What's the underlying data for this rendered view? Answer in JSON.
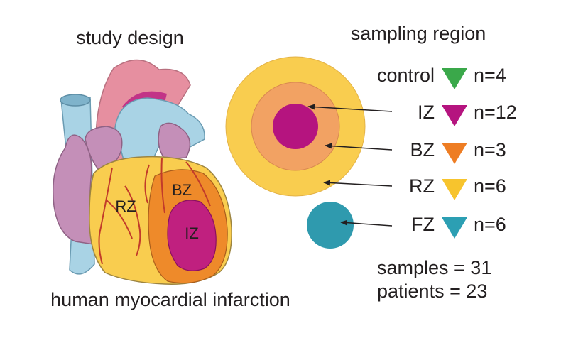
{
  "left_title": "study design",
  "left_caption": "human myocardial infarction",
  "heart_labels": {
    "rz": "RZ",
    "bz": "BZ",
    "iz": "IZ"
  },
  "right_title": "sampling region",
  "groups": [
    {
      "label": "control",
      "n": "n=4",
      "color": "#3aa84a"
    },
    {
      "label": "IZ",
      "n": "n=12",
      "color": "#b5147f"
    },
    {
      "label": "BZ",
      "n": "n=3",
      "color": "#ee7d23"
    },
    {
      "label": "RZ",
      "n": "n=6",
      "color": "#f7c42d"
    },
    {
      "label": "FZ",
      "n": "n=6",
      "color": "#2c9fb3"
    }
  ],
  "zone_colors": {
    "remote": "#f9cd4f",
    "border": "#f2a263",
    "infarct": "#b5147f",
    "fibrotic": "#2f9aae"
  },
  "totals": {
    "samples": "samples = 31",
    "patients": "patients  = 23"
  }
}
